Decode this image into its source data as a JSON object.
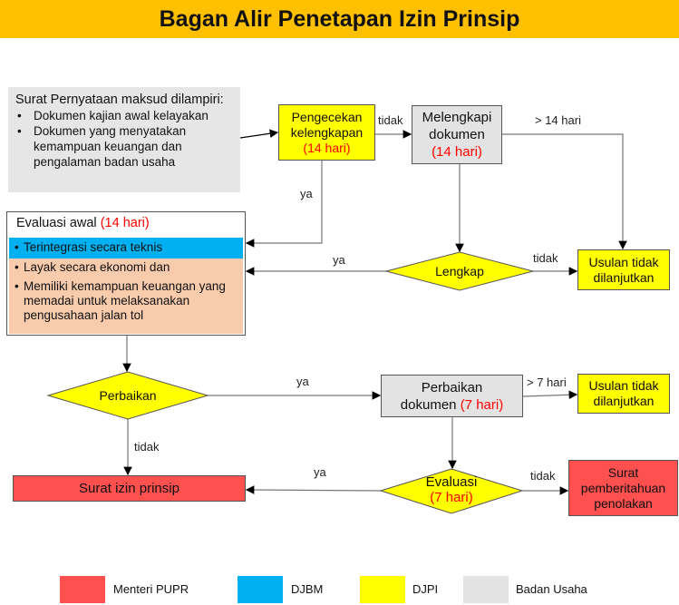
{
  "title": "Bagan Alir Penetapan Izin Prinsip",
  "intro": {
    "heading": "Surat Pernyataan maksud dilampiri:",
    "items": [
      "Dokumen kajian awal kelayakan",
      "Dokumen yang menyatakan kemampuan keuangan dan pengalaman badan usaha"
    ]
  },
  "pengecekan": {
    "label": "Pengecekan kelengkapan",
    "duration": "(14 hari)"
  },
  "melengkapi": {
    "label": "Melengkapi dokumen",
    "duration": "(14 hari)"
  },
  "usulan1": {
    "label": "Usulan tidak dilanjutkan"
  },
  "usulan2": {
    "label": "Usulan tidak dilanjutkan"
  },
  "evaluasi_awal": {
    "label": "Evaluasi awal",
    "duration": "(14 hari)",
    "items": [
      "Terintegrasi secara teknis",
      "Layak secara ekonomi dan",
      "Memiliki kemampuan keuangan yang memadai untuk melaksanakan pengusahaan jalan tol"
    ]
  },
  "lengkap": {
    "label": "Lengkap"
  },
  "perbaikan": {
    "label": "Perbaikan"
  },
  "perbaikan_dokumen": {
    "label": "Perbaikan dokumen",
    "duration": "(7 hari)"
  },
  "surat_izin": {
    "label": "Surat izin prinsip"
  },
  "evaluasi": {
    "label": "Evaluasi",
    "duration": "(7 hari)"
  },
  "penolakan": {
    "label": "Surat pemberitahuan penolakan"
  },
  "edge_labels": {
    "tidak1": "tidak",
    "ya1": "ya",
    "gt14": "> 14  hari",
    "ya2": "ya",
    "tidak2": "tidak",
    "ya3": "ya",
    "tidak3": "tidak",
    "gt7": "> 7 hari",
    "ya4": "ya",
    "tidak4": "tidak"
  },
  "legend": [
    {
      "label": "Menteri PUPR",
      "color": "#ff5050"
    },
    {
      "label": "DJBM",
      "color": "#00b0f0"
    },
    {
      "label": "DJPI",
      "color": "#ffff00"
    },
    {
      "label": "Badan Usaha",
      "color": "#e3e3e3"
    }
  ]
}
